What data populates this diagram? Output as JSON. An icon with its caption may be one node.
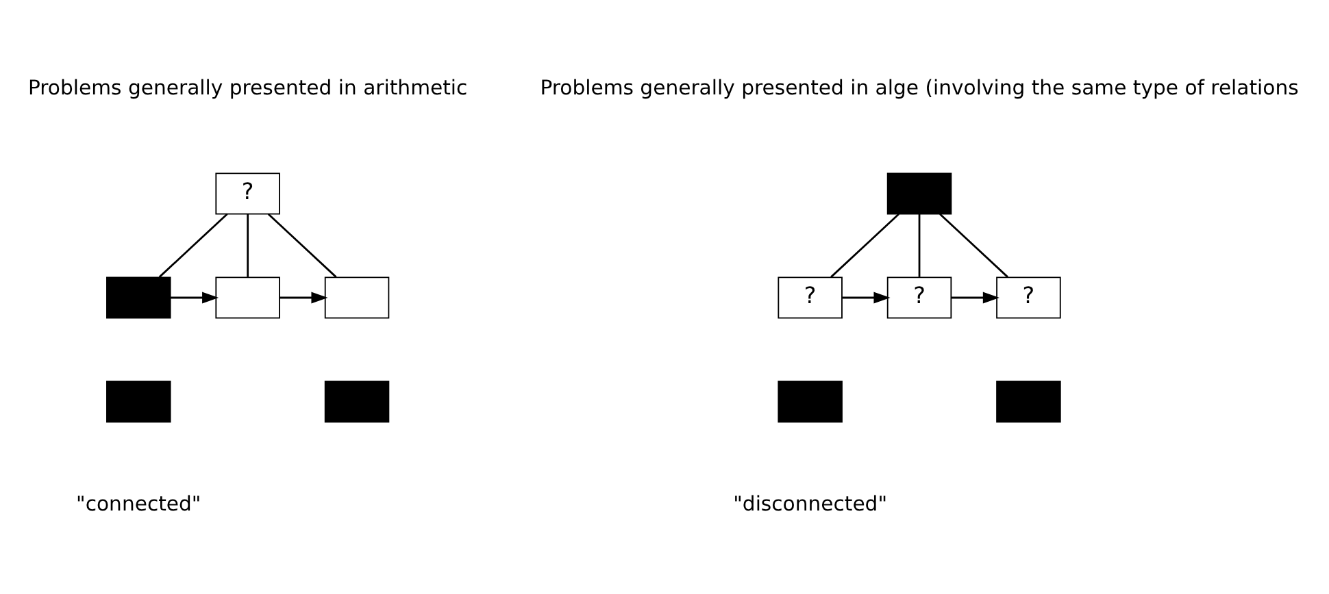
{
  "diagram": {
    "nodes": [
      {
        "text": [
          "?"
        ]
      },
      {
        "text": [],
        "shape": "box"
      },
      {
        "text": [],
        "shape": "box"
      },
      {
        "text": [],
        "shape": "box"
      },
      {
        "text": [],
        "shape": "box"
      },
      {
        "text": [],
        "shape": "box"
      },
      {
        "text": [],
        "shape": "box"
      },
      {
        "text": [
          "?"
        ]
      },
      {
        "text": [
          "?"
        ]
      },
      {
        "text": [
          "?"
        ]
      },
      {
        "text": [],
        "shape": "box"
      },
      {
        "text": [],
        "shape": "box"
      }
    ],
    "edges": [
      {
        "from": 0,
        "to": 1,
        "arrow": "none"
      },
      {
        "from": 0,
        "to": 2,
        "arrow": "none"
      },
      {
        "from": 0,
        "to": 3,
        "arrow": "none"
      },
      {
        "from": 1,
        "to": 2,
        "arrow": "to"
      },
      {
        "from": 2,
        "to": 3,
        "arrow": "to"
      },
      {
        "from": 6,
        "to": 7,
        "arrow": "none"
      },
      {
        "from": 6,
        "to": 8,
        "arrow": "none"
      },
      {
        "from": 6,
        "to": 9,
        "arrow": "none"
      },
      {
        "from": 7,
        "to": 8,
        "arrow": "to"
      },
      {
        "from": 8,
        "to": 9,
        "arrow": "to"
      }
    ],
    "labels": [
      "Problems generally presented in arithmetic",
      "Problems generally presented in alge (involving the same type of relations",
      "\"connected\"",
      "\"disconnected\""
    ]
  }
}
